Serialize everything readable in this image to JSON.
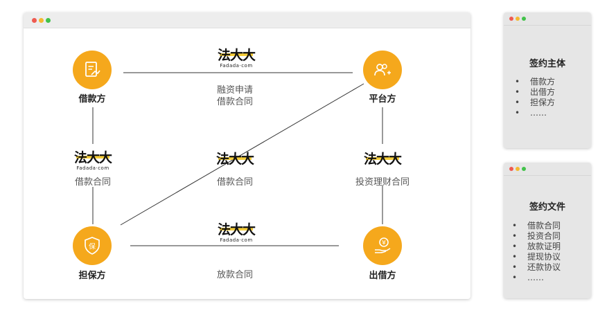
{
  "nodes": {
    "borrower": "借款方",
    "platform": "平台方",
    "guarantor": "担保方",
    "lender": "出借方"
  },
  "logo": {
    "mark": "法大大",
    "domain": "Fadada·com"
  },
  "edges": {
    "top": [
      "融资申请",
      "借款合同"
    ],
    "left": "借款合同",
    "center": "借款合同",
    "right": "投资理财合同",
    "bottom": "放款合同"
  },
  "panel_parties": {
    "title": "签约主体",
    "items": [
      "借款方",
      "出借方",
      "担保方",
      "……"
    ]
  },
  "panel_docs": {
    "title": "签约文件",
    "items": [
      "借款合同",
      "投资合同",
      "放款证明",
      "提现协议",
      "还款协议",
      "……"
    ]
  },
  "colors": {
    "node_fill": "#f5a81c",
    "logo_stripe": "#f5c518"
  }
}
